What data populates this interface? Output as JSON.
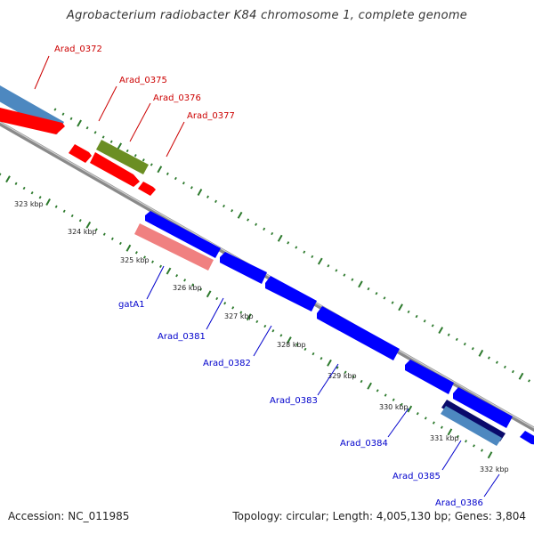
{
  "title": "Agrobacterium radiobacter K84 chromosome 1, complete genome",
  "accession": "Accession: NC_011985",
  "summary": "Topology: circular; Length: 4,005,130 bp; Genes: 3,804",
  "colors": {
    "backbone": "#8a8a8a",
    "tick": "#2d7a2d",
    "label_forward": "#cc0000",
    "label_reverse": "#0000cc",
    "gene_red": "#ff0000",
    "gene_blue": "#0000ff",
    "gene_steelblue": "#4d88c0",
    "gene_olive": "#6b8e23",
    "gene_pink": "#f08080",
    "gene_navy": "#0a0a6b"
  },
  "ticks": [
    "323 kbp",
    "324 kbp",
    "325 kbp",
    "326 kbp",
    "327 kbp",
    "328 kbp",
    "329 kbp",
    "330 kbp",
    "331 kbp",
    "332 kbp"
  ],
  "genes": [
    {
      "label": "Arad_0372",
      "strand": "forward",
      "color": "steelblue"
    },
    {
      "label": "Arad_0375",
      "strand": "forward",
      "color": "olive"
    },
    {
      "label": "Arad_0376",
      "strand": "forward",
      "color": "red"
    },
    {
      "label": "Arad_0377",
      "strand": "forward",
      "color": "red"
    },
    {
      "label": "gatA1",
      "strand": "reverse",
      "color": "pink"
    },
    {
      "label": "Arad_0381",
      "strand": "reverse",
      "color": "blue"
    },
    {
      "label": "Arad_0382",
      "strand": "reverse",
      "color": "blue"
    },
    {
      "label": "Arad_0383",
      "strand": "reverse",
      "color": "blue"
    },
    {
      "label": "Arad_0384",
      "strand": "reverse",
      "color": "blue"
    },
    {
      "label": "Arad_0385",
      "strand": "reverse",
      "color": "navy"
    },
    {
      "label": "Arad_0386",
      "strand": "reverse",
      "color": "steelblue"
    }
  ]
}
